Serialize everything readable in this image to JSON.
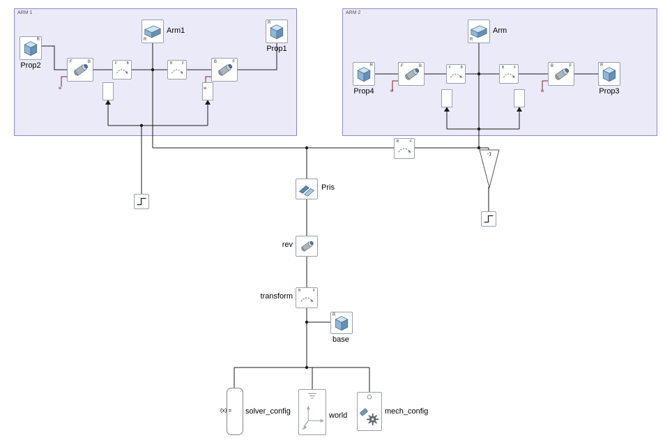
{
  "areas": {
    "arm1": "ARM 1",
    "arm2": "ARM 2"
  },
  "ports": {
    "b": "B",
    "f": "F",
    "r": "R",
    "w": "w"
  },
  "blocks": {
    "prop1": "Prop1",
    "prop2": "Prop2",
    "prop3": "Prop3",
    "prop4": "Prop4",
    "arm1": "Arm1",
    "arm": "Arm",
    "pris": "Pris",
    "rev": "rev",
    "transform": "transform",
    "base": "base",
    "gain": "-1",
    "solver_text": "(x) =",
    "solver": "solver_config",
    "world": "world",
    "mech": "mech_config"
  },
  "colors": {
    "area_fill": "#EAEAF9",
    "area_border": "#8A8AC8",
    "wire": "#1A1A1A",
    "physical_wire": "#7A2030",
    "icon_blue_light": "#CFE3F2",
    "icon_blue": "#8FB6D6",
    "icon_blue_dark": "#6890B4",
    "joint_gray": "#A9B4BD"
  }
}
